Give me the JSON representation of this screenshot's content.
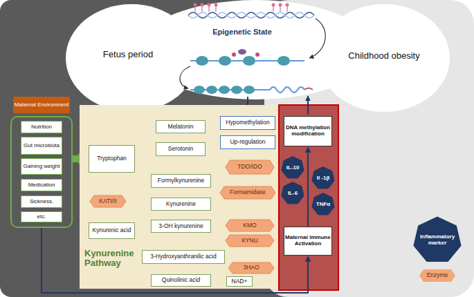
{
  "diagram": {
    "nodes": [
      {
        "text": [
          "Maternal Environment"
        ]
      },
      {
        "text": [
          "Nutrition"
        ],
        "in": 0
      },
      {
        "text": [
          "Gut microbiota"
        ],
        "in": 0
      },
      {
        "text": [
          "Gaining weight"
        ],
        "in": 0
      },
      {
        "text": [
          "Medication"
        ],
        "in": 0
      },
      {
        "text": [
          "Sickness."
        ],
        "in": 0
      },
      {
        "text": [
          "etc."
        ],
        "in": 0
      },
      {
        "text": [
          "Kynurenine Pathway"
        ]
      },
      {
        "text": [
          "Melatonin"
        ],
        "in": 7
      },
      {
        "text": [
          "Serotonin"
        ],
        "in": 7
      },
      {
        "text": [
          "Tryptophan"
        ],
        "in": 7
      },
      {
        "text": [
          "Hypomethylation"
        ],
        "in": 7
      },
      {
        "text": [
          "Up-regulation"
        ],
        "in": 7
      },
      {
        "text": [
          "TDO/IDO"
        ],
        "in": 7
      },
      {
        "text": [
          "Formylkynurenine"
        ],
        "in": 7
      },
      {
        "text": [
          "Formamidase"
        ],
        "in": 7
      },
      {
        "text": [
          "KATI/II"
        ],
        "in": 7
      },
      {
        "text": [
          "Kynurenine"
        ],
        "in": 7
      },
      {
        "text": [
          "Kynurenic acid"
        ],
        "in": 7
      },
      {
        "text": [
          "KMO"
        ],
        "in": 7
      },
      {
        "text": [
          "3-OH kynurenine"
        ],
        "in": 7
      },
      {
        "text": [
          "KYNU"
        ],
        "in": 7
      },
      {
        "text": [
          "3-Hydroxyanthranilic acid"
        ],
        "in": 7
      },
      {
        "text": [
          "3HAO"
        ],
        "in": 7
      },
      {
        "text": [
          "Quinolinic acid"
        ],
        "in": 7
      },
      {
        "text": [
          "NAD+"
        ],
        "in": 7
      },
      {
        "text": [
          "DNA methylation modification"
        ]
      },
      {
        "text": [
          "IL-10"
        ]
      },
      {
        "text": [
          "Il -1β"
        ]
      },
      {
        "text": [
          "IL-6"
        ]
      },
      {
        "text": [
          "TNFα"
        ]
      },
      {
        "text": [
          "Maternal Immune Activation"
        ]
      }
    ],
    "edges": [
      {
        "from": 0,
        "to": 10,
        "arrow": "to"
      },
      {
        "from": 0,
        "to": 31,
        "arrow": "to"
      },
      {
        "from": 10,
        "to": 9,
        "arrow": "to"
      },
      {
        "from": 9,
        "to": 8,
        "arrow": "to"
      },
      {
        "from": 10,
        "to": 14,
        "arrow": "to"
      },
      {
        "from": 13,
        "to": 14,
        "arrow": "to"
      },
      {
        "from": 11,
        "to": 12,
        "arrow": "to"
      },
      {
        "from": 12,
        "to": 13,
        "arrow": "to"
      },
      {
        "from": 14,
        "to": 17,
        "arrow": "to"
      },
      {
        "from": 15,
        "to": 17,
        "arrow": "to"
      },
      {
        "from": 17,
        "to": 18,
        "arrow": "to"
      },
      {
        "from": 16,
        "to": 18,
        "arrow": "to"
      },
      {
        "from": 17,
        "to": 20,
        "arrow": "to"
      },
      {
        "from": 19,
        "to": 20,
        "arrow": "to"
      },
      {
        "from": 20,
        "to": 22,
        "arrow": "to"
      },
      {
        "from": 21,
        "to": 22,
        "arrow": "to"
      },
      {
        "from": 22,
        "to": 24,
        "arrow": "to"
      },
      {
        "from": 23,
        "to": 24,
        "arrow": "to"
      },
      {
        "from": 24,
        "to": 25,
        "arrow": "to"
      },
      {
        "from": 31,
        "to": 26,
        "arrow": "to"
      }
    ],
    "labels": [
      "Fetus period",
      "Epigenetic State",
      "Childhood obesity"
    ],
    "legend": [
      {
        "text": "Inflammatory marker"
      },
      {
        "text": "Enzyme"
      }
    ]
  }
}
